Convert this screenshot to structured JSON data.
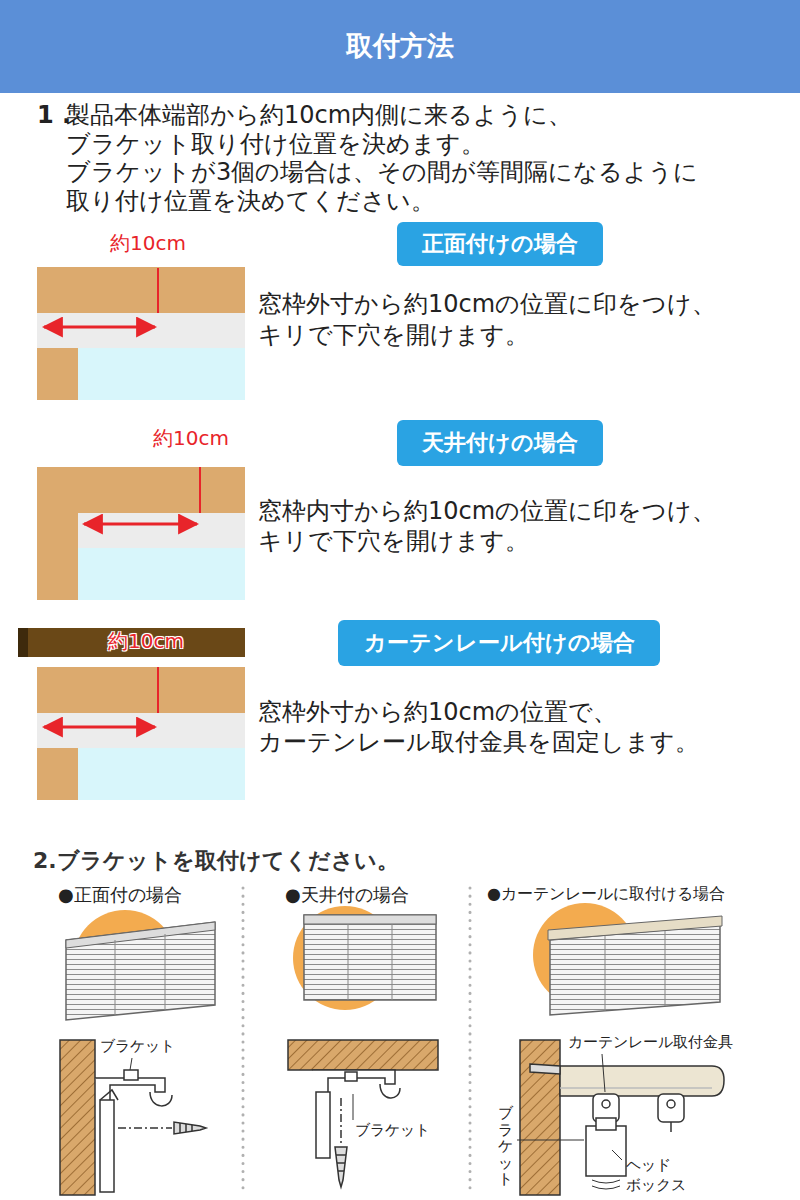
{
  "diagram": {
    "title": "取付方法",
    "nodes": [
      {
        "text": [
          "正面付けの場合"
        ]
      },
      {
        "text": [
          "天井付けの場合"
        ]
      },
      {
        "text": [
          "カーテンレール付けの場合"
        ]
      }
    ],
    "labels": [
      "1 .",
      "製品本体端部から約10cm内側に来るように、",
      "ブラケット取り付け位置を決めます。",
      "ブラケットが3個の場合は、その間が等間隔になるように",
      "取り付け位置を決めてください。",
      "約10cm",
      "窓枠外寸から約10cmの位置に印をつけ、",
      "キリで下穴を開けます。",
      "約10cm",
      "窓枠内寸から約10cmの位置に印をつけ、",
      "キリで下穴を開けます。",
      "約10cm",
      "窓枠外寸から約10cmの位置で、",
      "カーテンレール取付金具を固定します。",
      "2.ブラケットを取付けてください。",
      "●正面付の場合",
      "●天井付の場合",
      "●カーテンレールに取付ける場合",
      "ブラケット",
      "ブラケット",
      "カーテンレール取付金具",
      "ブラケット",
      "ヘッド",
      "ボックス"
    ]
  }
}
